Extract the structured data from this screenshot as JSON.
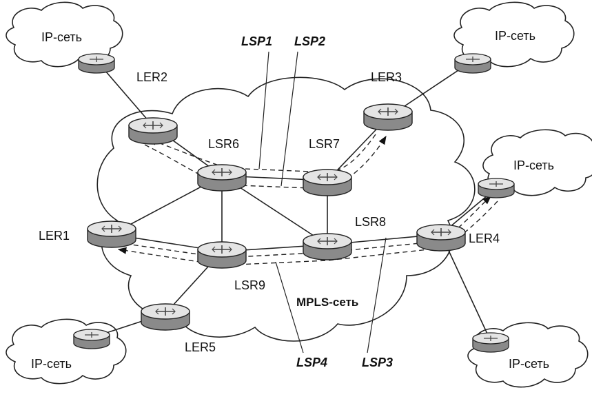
{
  "clouds": {
    "mpls": "MPLS-сеть",
    "ip_top_left": "IP-сеть",
    "ip_top_right": "IP-сеть",
    "ip_right": "IP-сеть",
    "ip_bottom_left": "IP-сеть",
    "ip_bottom_right": "IP-сеть"
  },
  "routers": {
    "ler1": "LER1",
    "ler2": "LER2",
    "ler3": "LER3",
    "ler4": "LER4",
    "ler5": "LER5",
    "lsr6": "LSR6",
    "lsr7": "LSR7",
    "lsr8": "LSR8",
    "lsr9": "LSR9"
  },
  "paths": {
    "lsp1": "LSP1",
    "lsp2": "LSP2",
    "lsp3": "LSP3",
    "lsp4": "LSP4"
  },
  "colors": {
    "router_top": "#e4e4e4",
    "router_side": "#8a8a8a",
    "ink": "#222222"
  },
  "icons": {
    "router": "router-icon",
    "cloud": "cloud-shape"
  }
}
